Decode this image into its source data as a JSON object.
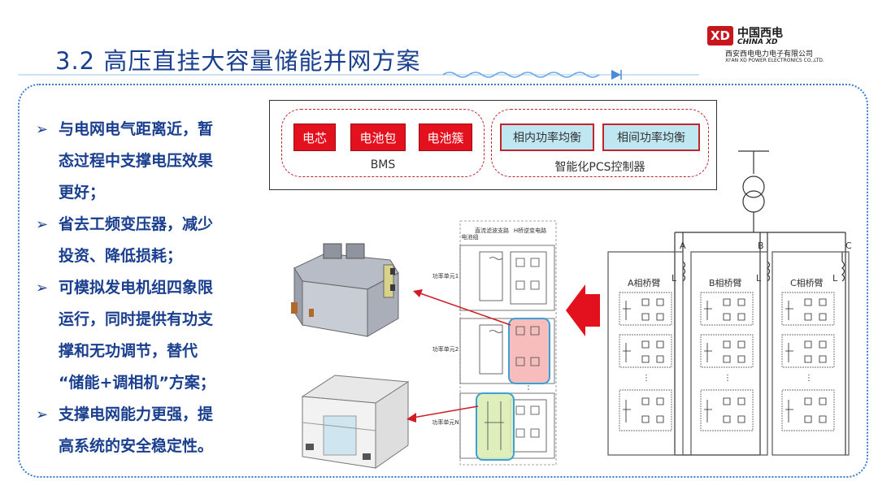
{
  "title": "3.2 高压直挂大容量储能并网方案",
  "logo": {
    "mark": "XD",
    "name_cn": "中国西电",
    "name_en": "CHINA XD",
    "company_cn": "西安西电电力电子有限公司",
    "company_en": "XI'AN XD POWER ELECTRONICS CO.,LTD."
  },
  "bullets": [
    {
      "lines": [
        "与电网电气距离近，暂",
        "态过程中支撑电压效果",
        "更好；"
      ]
    },
    {
      "lines": [
        "省去工频变压器，减少",
        "投资、降低损耗；"
      ]
    },
    {
      "lines": [
        "可模拟发电机组四象限",
        "运行，同时提供有功支",
        "撑和无功调节，替代",
        "“储能+调相机”方案；"
      ]
    },
    {
      "lines": [
        "支撑电网能力更强，提",
        "高系统的安全稳定性。"
      ]
    }
  ],
  "bullet_marker": "➢",
  "bms": {
    "label": "BMS",
    "items": [
      "电芯",
      "电池包",
      "电池簇"
    ]
  },
  "pcs": {
    "label": "智能化PCS控制器",
    "items": [
      "相内功率均衡",
      "相间功率均衡"
    ]
  },
  "unit_diagram": {
    "col_headers": [
      "电池组",
      "直流滤波支路",
      "H桥逆变电路"
    ],
    "units": [
      "功率单元1",
      "功率单元2",
      "功率单元N"
    ]
  },
  "grid_diagram": {
    "phases": [
      "A",
      "B",
      "C"
    ],
    "arms": [
      "A相桥臂",
      "B相桥臂",
      "C相桥臂"
    ],
    "inductor": "L"
  },
  "colors": {
    "title": "#1a3f8f",
    "accent_red": "#e3101d",
    "frame_blue": "#3b7bd0",
    "highlight_pink": "#f6b2b2",
    "highlight_green": "#d9ecb0"
  }
}
